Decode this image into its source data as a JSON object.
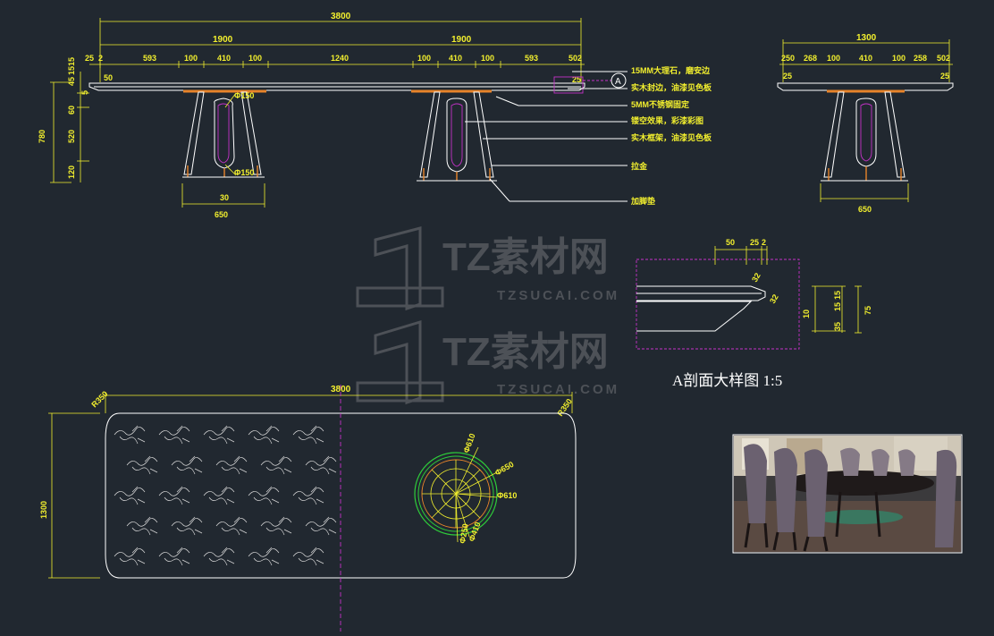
{
  "colors": {
    "background": "#212830",
    "dimension": "#f2ef2e",
    "outline": "#ffffff",
    "section_line": "#c532c8",
    "accent": "#e8842a",
    "circle": "#2ecc3a"
  },
  "front_elevation": {
    "overall": "3800",
    "half_left": "1900",
    "half_right": "1900",
    "segments_left": [
      "25",
      "2",
      "593",
      "100",
      "410",
      "100"
    ],
    "center_gap": "1240",
    "segments_right": [
      "100",
      "410",
      "100",
      "593",
      "502"
    ],
    "edge_dim": "50",
    "edge_dim_right": "25",
    "vertical_dims": [
      "45",
      "15",
      "15",
      "5",
      "60",
      "520",
      "120"
    ],
    "total_height": "780",
    "phi_top": "Φ150",
    "phi_bottom": "Φ150",
    "base_inner": "30",
    "base_width": "650"
  },
  "callout": {
    "marker": "A",
    "notes": [
      "15MM大理石，磨安边",
      "实木封边，油漆见色板",
      "5MM不锈钢固定",
      "镂空效果，彩漆彩图",
      "实木框架，油漆见色板",
      "拉金",
      "加脚垫"
    ]
  },
  "side_elevation": {
    "overall": "1300",
    "segments": [
      "250",
      "268",
      "100",
      "410",
      "100",
      "258",
      "502"
    ],
    "edge_dim": "25",
    "edge_dim_right": "25",
    "base_width": "650"
  },
  "section_detail": {
    "top_dims": [
      "50",
      "25",
      "2"
    ],
    "slope_dims": [
      "32",
      "32"
    ],
    "right_dims": [
      "15",
      "15",
      "10",
      "35"
    ],
    "total": "75",
    "caption": "A剖面大样图 1:5"
  },
  "plan_view": {
    "overall": "3800",
    "width": "1300",
    "corner_left": "R350",
    "corner_right": "R350",
    "circle_labels": [
      "Φ610",
      "Φ650",
      "Φ610",
      "Φ410",
      "Φ250"
    ]
  },
  "watermark": {
    "brand": "TZ素材网",
    "site": "TZSUCAI.COM"
  },
  "photo": {
    "description": "dining-room-photo"
  }
}
